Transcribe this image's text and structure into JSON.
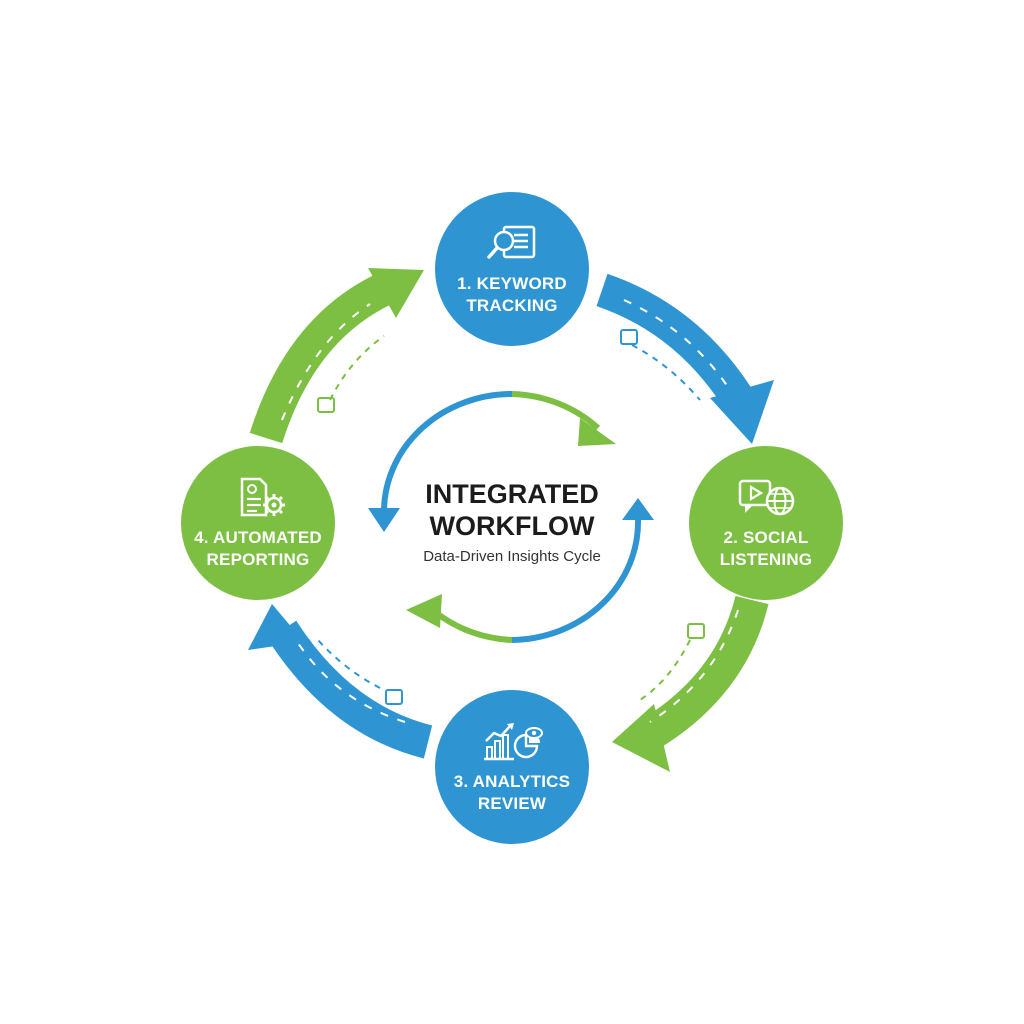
{
  "colors": {
    "blue": "#2f95d2",
    "green": "#7cbf43",
    "text_dark": "#1c1c1c"
  },
  "center": {
    "title": "INTEGRATED\nWORKFLOW",
    "subtitle": "Data-Driven Insights Cycle"
  },
  "steps": [
    {
      "label": "1. KEYWORD\nTRACKING",
      "icon": "magnifier-document-icon",
      "color": "blue"
    },
    {
      "label": "2. SOCIAL\nLISTENING",
      "icon": "video-globe-icon",
      "color": "green"
    },
    {
      "label": "3. ANALYTICS\nREVIEW",
      "icon": "chart-eye-icon",
      "color": "blue"
    },
    {
      "label": "4. AUTOMATED\nREPORTING",
      "icon": "document-gear-icon",
      "color": "green"
    }
  ]
}
